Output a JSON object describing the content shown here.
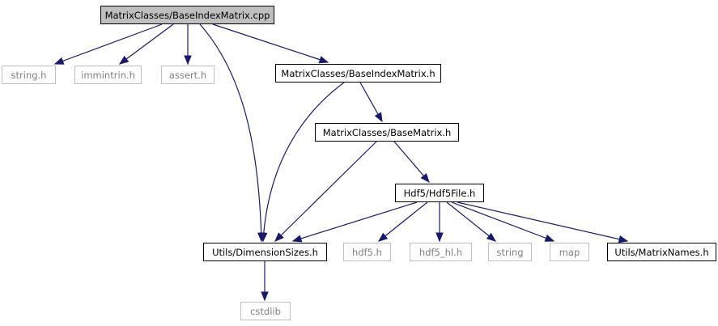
{
  "graph": {
    "nodes": [
      {
        "id": "root",
        "label": "MatrixClasses/BaseIndexMatrix.cpp",
        "style": "root"
      },
      {
        "id": "string_h",
        "label": "string.h",
        "style": "light"
      },
      {
        "id": "immintrin_h",
        "label": "immintrin.h",
        "style": "light"
      },
      {
        "id": "assert_h",
        "label": "assert.h",
        "style": "light"
      },
      {
        "id": "base_index_matrix_h",
        "label": "MatrixClasses/BaseIndexMatrix.h",
        "style": "dark"
      },
      {
        "id": "base_matrix_h",
        "label": "MatrixClasses/BaseMatrix.h",
        "style": "dark"
      },
      {
        "id": "hdf5file_h",
        "label": "Hdf5/Hdf5File.h",
        "style": "dark"
      },
      {
        "id": "dimension_sizes_h",
        "label": "Utils/DimensionSizes.h",
        "style": "dark"
      },
      {
        "id": "hdf5_h",
        "label": "hdf5.h",
        "style": "light"
      },
      {
        "id": "hdf5_hl_h",
        "label": "hdf5_hl.h",
        "style": "light"
      },
      {
        "id": "string",
        "label": "string",
        "style": "light"
      },
      {
        "id": "map",
        "label": "map",
        "style": "light"
      },
      {
        "id": "matrix_names_h",
        "label": "Utils/MatrixNames.h",
        "style": "dark"
      },
      {
        "id": "cstdlib",
        "label": "cstdlib",
        "style": "light"
      }
    ],
    "edges": [
      {
        "from": "root",
        "to": "string_h"
      },
      {
        "from": "root",
        "to": "immintrin_h"
      },
      {
        "from": "root",
        "to": "assert_h"
      },
      {
        "from": "root",
        "to": "dimension_sizes_h"
      },
      {
        "from": "root",
        "to": "base_index_matrix_h"
      },
      {
        "from": "base_index_matrix_h",
        "to": "dimension_sizes_h"
      },
      {
        "from": "base_index_matrix_h",
        "to": "base_matrix_h"
      },
      {
        "from": "base_matrix_h",
        "to": "dimension_sizes_h"
      },
      {
        "from": "base_matrix_h",
        "to": "hdf5file_h"
      },
      {
        "from": "hdf5file_h",
        "to": "dimension_sizes_h"
      },
      {
        "from": "hdf5file_h",
        "to": "hdf5_h"
      },
      {
        "from": "hdf5file_h",
        "to": "hdf5_hl_h"
      },
      {
        "from": "hdf5file_h",
        "to": "string"
      },
      {
        "from": "hdf5file_h",
        "to": "map"
      },
      {
        "from": "hdf5file_h",
        "to": "matrix_names_h"
      },
      {
        "from": "dimension_sizes_h",
        "to": "cstdlib"
      }
    ]
  },
  "colors": {
    "edge": "#191970",
    "root_fill": "#bfbfbf",
    "dark_border": "#000000",
    "light_border": "#bfbfbf",
    "light_text": "#808080"
  }
}
